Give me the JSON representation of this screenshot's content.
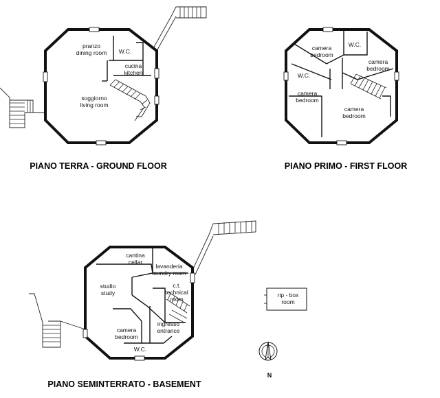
{
  "floors": {
    "ground": {
      "title": "PIANO TERRA - GROUND FLOOR",
      "rooms": {
        "dining_it": "pranzo",
        "dining_en": "dining room",
        "wc": "W.C.",
        "kitchen_it": "cucina",
        "kitchen_en": "kitchen",
        "living_it": "soggiorno",
        "living_en": "living room"
      }
    },
    "first": {
      "title": "PIANO PRIMO - FIRST FLOOR",
      "rooms": {
        "bed1_it": "camera",
        "bed1_en": "bedroom",
        "wc1": "W.C.",
        "bed2_it": "camera",
        "bed2_en": "bedroom",
        "wc2": "W.C.",
        "bed3_it": "camera",
        "bed3_en": "bedroom",
        "bed4_it": "camera",
        "bed4_en": "bedroom"
      }
    },
    "basement": {
      "title": "PIANO SEMINTERRATO - BASEMENT",
      "rooms": {
        "cellar_it": "cantina",
        "cellar_en": "cellar",
        "laundry_it": "lavanderia",
        "laundry_en": "laundry room",
        "studio_it": "studio",
        "studio_en": "study",
        "tech_it": "c.t.",
        "tech_en1": "technical",
        "tech_en2": "room",
        "entrance_it": "ingresso",
        "entrance_en": "entrance",
        "bed_it": "camera",
        "bed_en": "bedroom",
        "wc": "W.C."
      }
    }
  },
  "ripbox": {
    "line1": "rip - box",
    "line2": "room"
  },
  "north_label": "N",
  "icons": [
    "north-arrow-icon"
  ]
}
